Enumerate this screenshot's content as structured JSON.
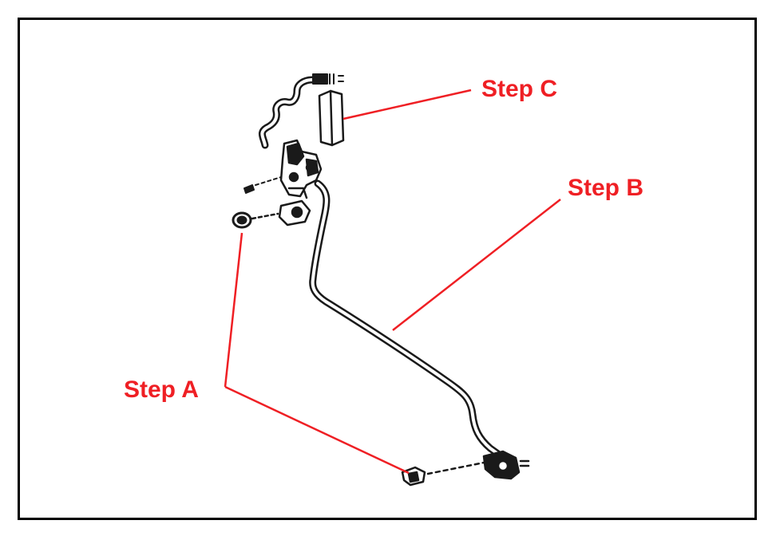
{
  "diagram": {
    "callouts": [
      {
        "id": "a",
        "text": "Step A"
      },
      {
        "id": "b",
        "text": "Step B"
      },
      {
        "id": "c",
        "text": "Step C"
      }
    ],
    "colors": {
      "callout": "#ef1f24",
      "line_art": "#1a1a1a",
      "frame": "#000000"
    }
  }
}
